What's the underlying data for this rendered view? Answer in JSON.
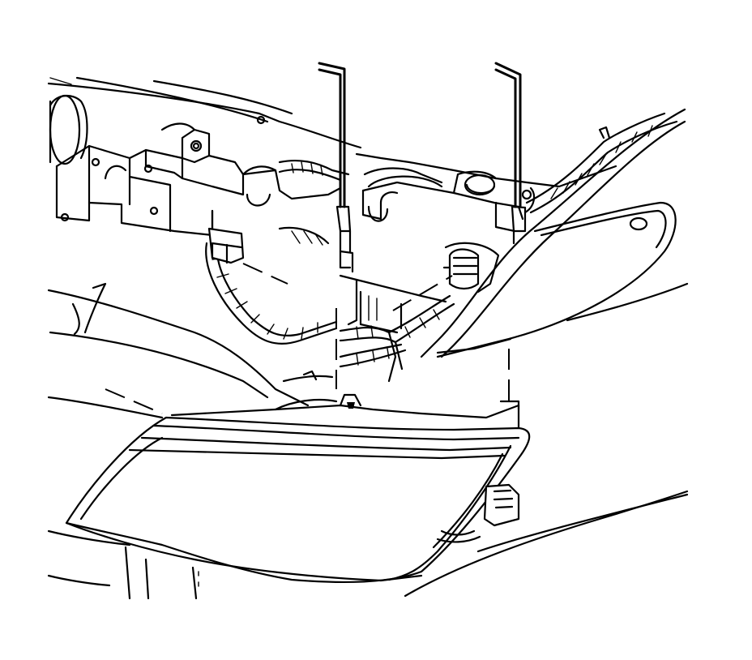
{
  "diagram": {
    "stroke_color": "#000000",
    "background_color": "#ffffff",
    "parts": [
      "radiator-support",
      "guide-pin-left",
      "guide-pin-right",
      "wiring-harness",
      "bulb-socket",
      "connector",
      "headlamp-assembly",
      "side-marker-housing",
      "bumper-fascia",
      "fender"
    ]
  }
}
